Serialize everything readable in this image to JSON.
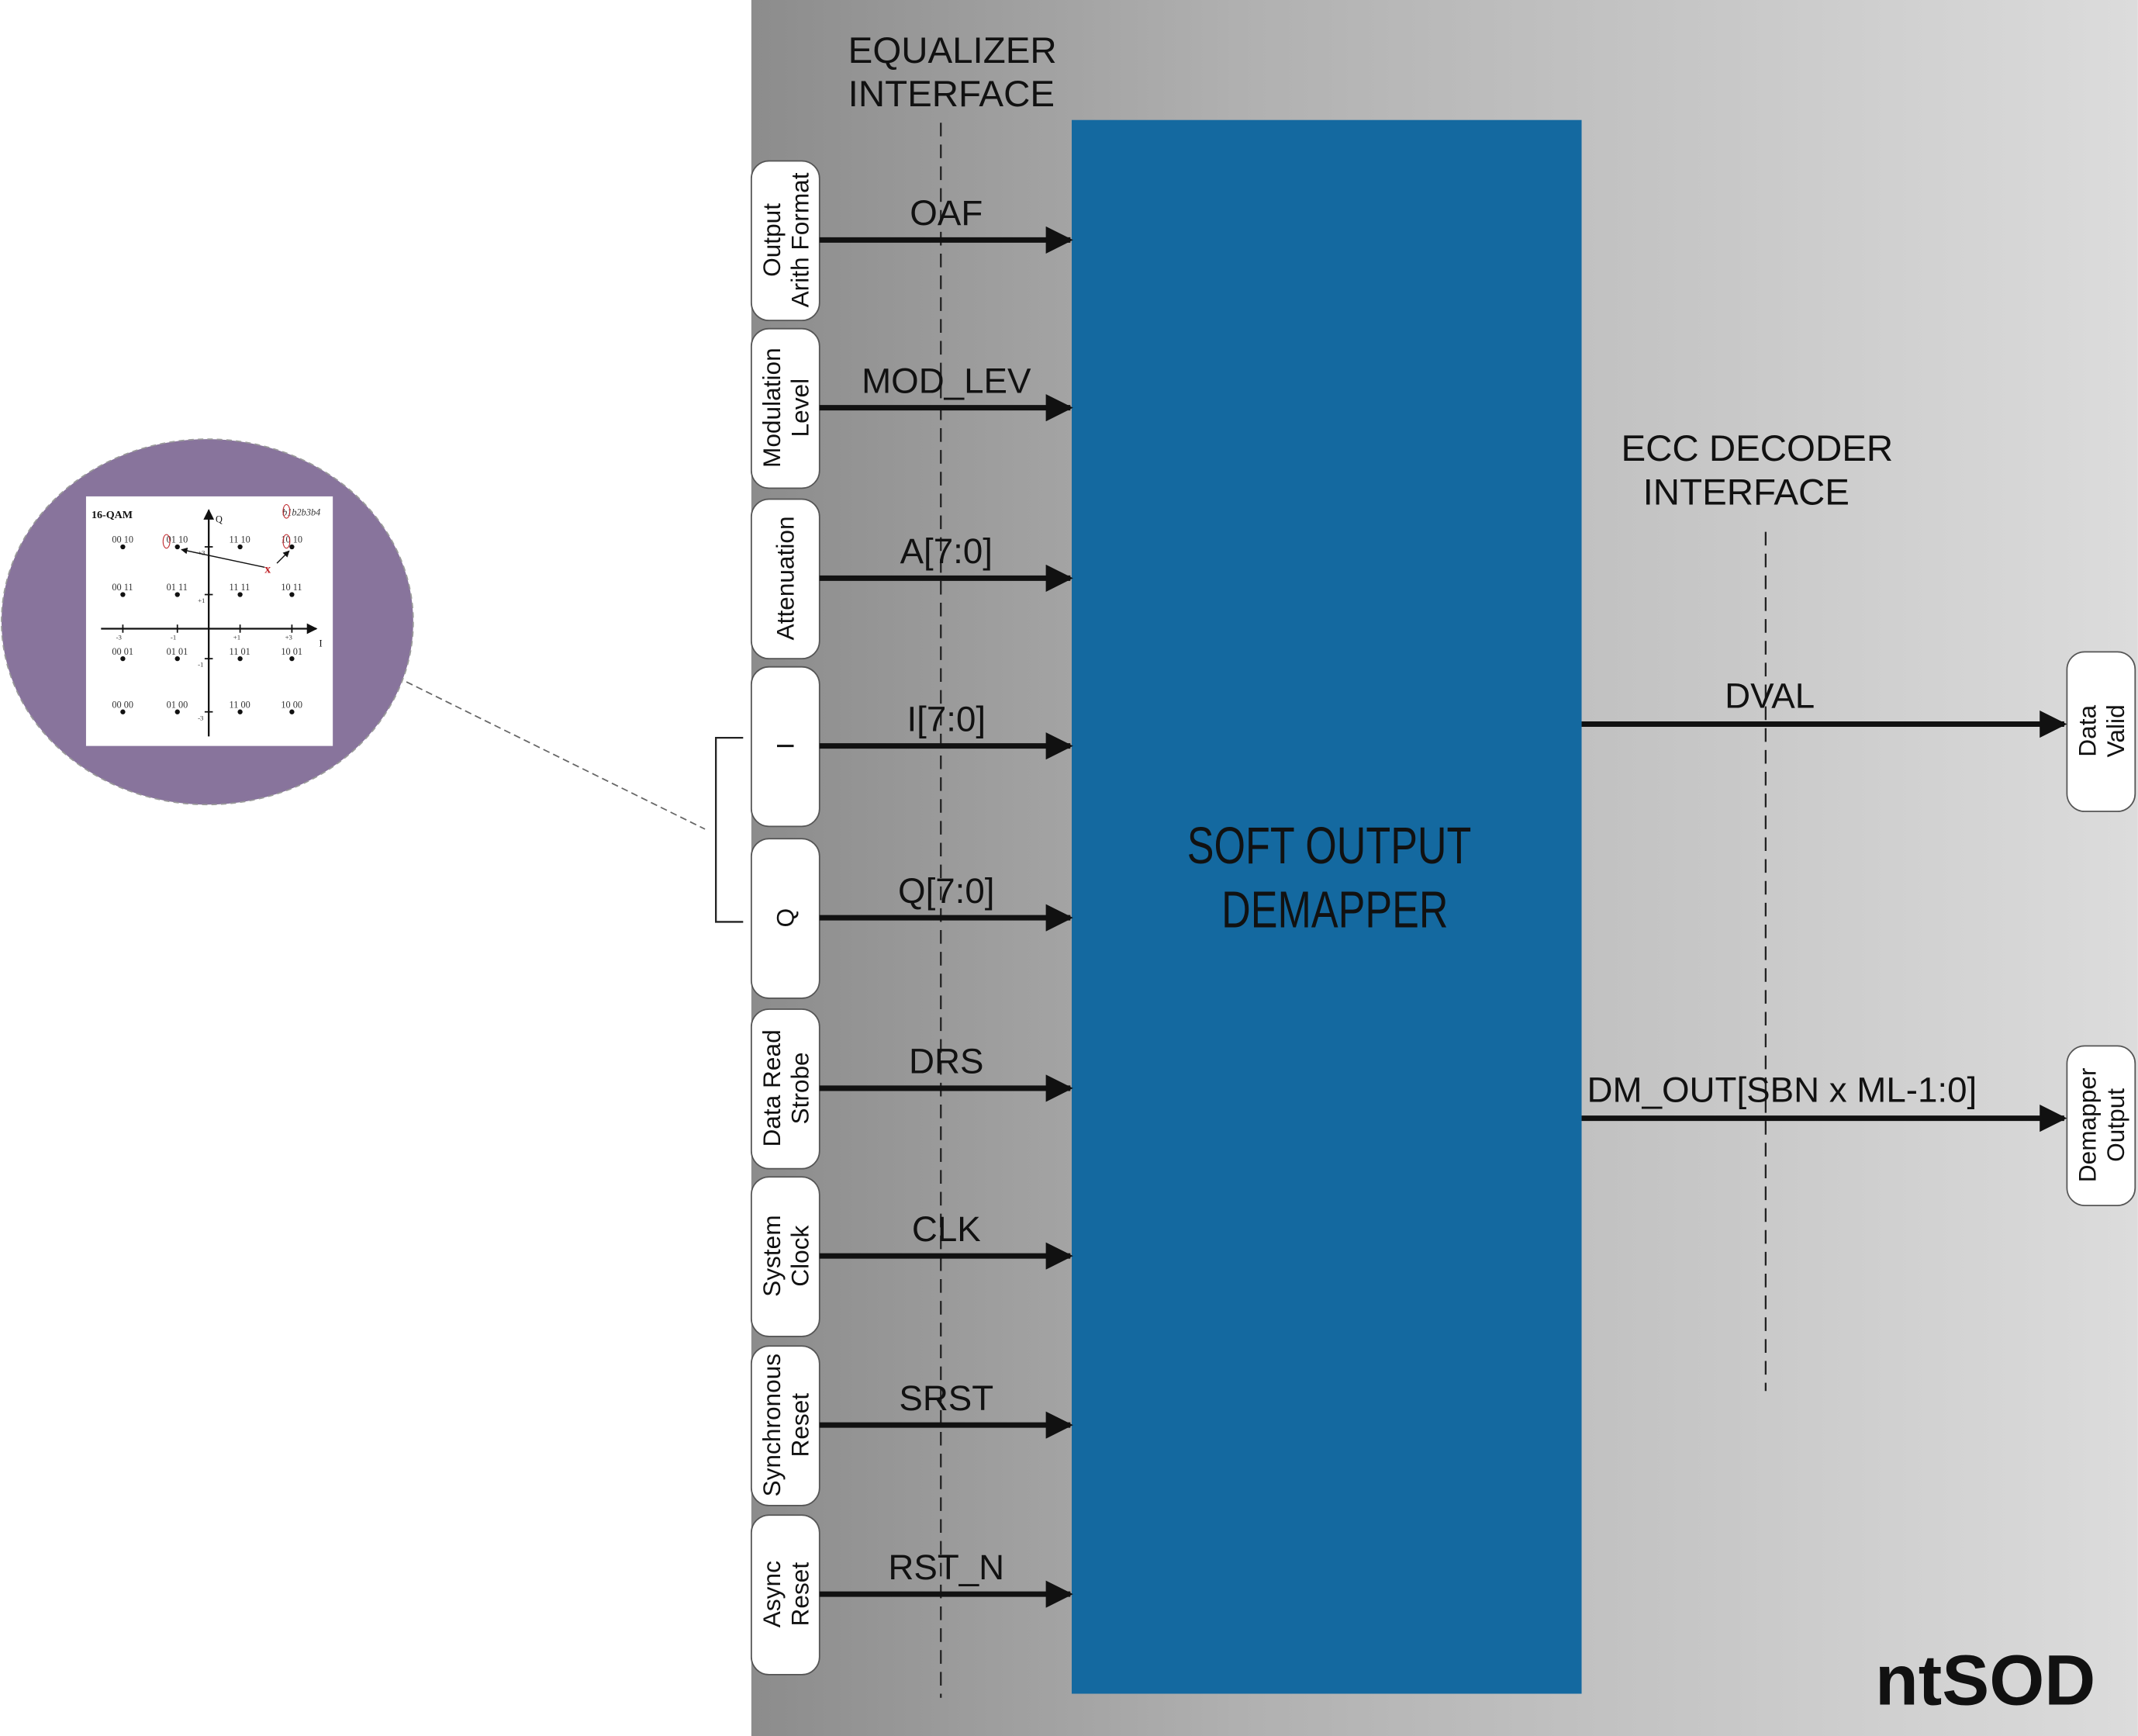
{
  "equalizer_interface": {
    "line1": "EQUALIZER",
    "line2": "INTERFACE"
  },
  "ecc_interface": {
    "line1": "ECC DECODER",
    "line2": "INTERFACE"
  },
  "block": {
    "line1": "SOFT OUTPUT",
    "line2": "DEMAPPER",
    "color": "#1469a0"
  },
  "brand": "ntSOD",
  "inputs": [
    {
      "lines": [
        "Output",
        "Arith Format"
      ],
      "signal": "OAF"
    },
    {
      "lines": [
        "Modulation",
        "Level"
      ],
      "signal": "MOD_LEV"
    },
    {
      "lines": [
        "Attenuation"
      ],
      "signal": "A[7:0]"
    },
    {
      "lines": [
        "I"
      ],
      "signal": "I[7:0]"
    },
    {
      "lines": [
        "Q"
      ],
      "signal": "Q[7:0]"
    },
    {
      "lines": [
        "Data Read",
        "Strobe"
      ],
      "signal": "DRS"
    },
    {
      "lines": [
        "System",
        "Clock"
      ],
      "signal": "CLK"
    },
    {
      "lines": [
        "Synchronous",
        "Reset"
      ],
      "signal": "SRST"
    },
    {
      "lines": [
        "Async",
        "Reset"
      ],
      "signal": "RST_N"
    }
  ],
  "outputs": [
    {
      "lines": [
        "Data",
        "Valid"
      ],
      "signal": "DVAL"
    },
    {
      "lines": [
        "Demapper",
        "Output"
      ],
      "signal": "DM_OUT[SBN x ML-1:0]"
    }
  ],
  "inset": {
    "title": "16-QAM",
    "bits_label": "b1b2b3b4",
    "axis_i": "I",
    "axis_q": "Q",
    "ticks": [
      "-3",
      "-1",
      "+1",
      "+3"
    ],
    "marker": "x",
    "rows": [
      [
        "00 10",
        "01 10",
        "11 10",
        "10 10"
      ],
      [
        "00 11",
        "01 11",
        "11 11",
        "10 11"
      ],
      [
        "00 01",
        "01 01",
        "11 01",
        "10 01"
      ],
      [
        "00 00",
        "01 00",
        "11 00",
        "10 00"
      ]
    ],
    "ellipse_color": "#88749c"
  }
}
